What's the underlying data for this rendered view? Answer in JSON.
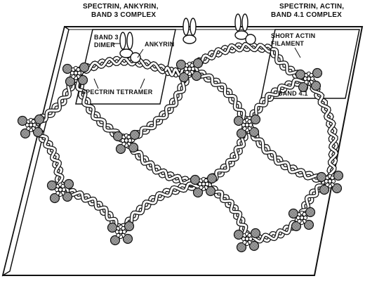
{
  "labels": {
    "complex_a_line1": "SPECTRIN, ANKYRIN,",
    "complex_a_line2": "BAND 3 COMPLEX",
    "complex_b_line1": "SPECTRIN, ACTIN,",
    "complex_b_line2": "BAND 4.1 COMPLEX",
    "band3_line1": "BAND 3",
    "band3_line2": "DIMER",
    "ankyrin": "ANKYRIN",
    "spectrin_tetramer": "SPECTRIN TETRAMER",
    "short_actin_line1": "SHORT ACTIN",
    "short_actin_line2": "FILAMENT",
    "band41": "BAND 4.1"
  },
  "colors": {
    "ink": "#111111",
    "node_fill": "#8c8c8c",
    "background": "#ffffff"
  }
}
